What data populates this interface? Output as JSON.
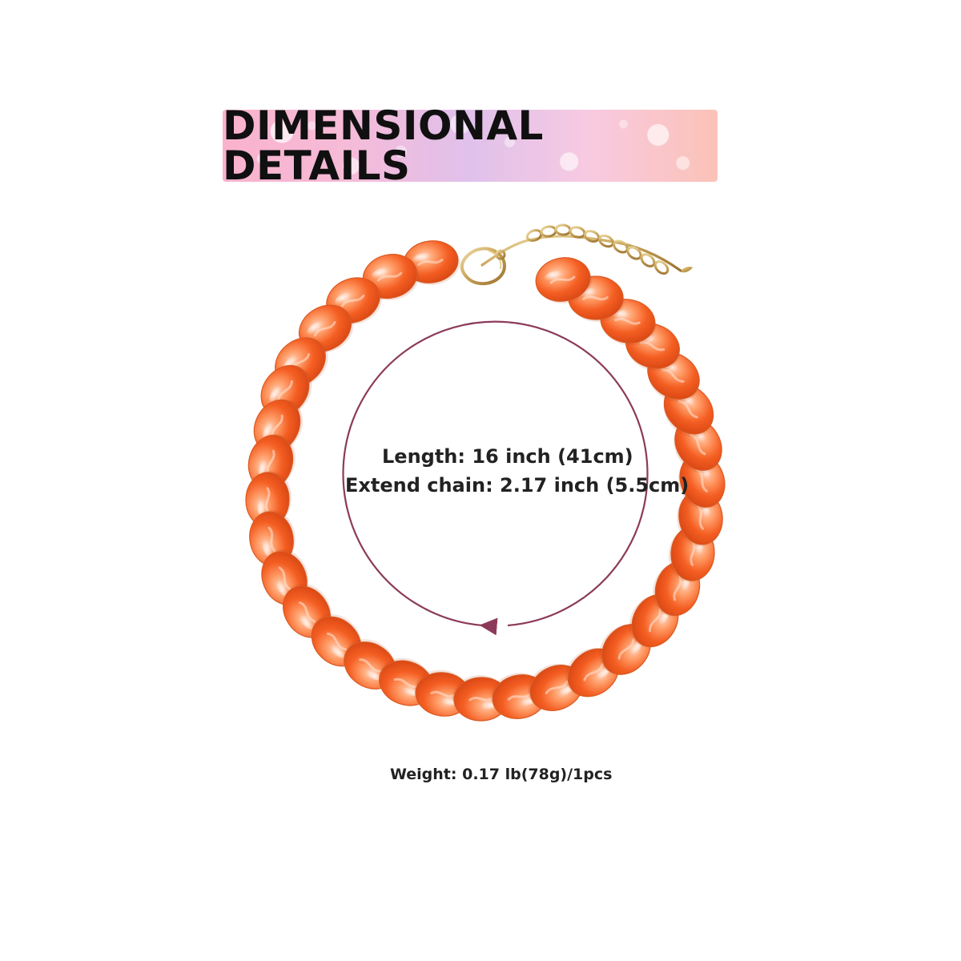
{
  "header": {
    "title": "DIMENSIONAL DETAILS"
  },
  "details": {
    "length": "Length: 16 inch (41cm)",
    "extend_chain": "Extend chain: 2.17 inch (5.5cm)",
    "weight": "Weight: 0.17 lb(78g)/1pcs"
  },
  "colors": {
    "background": "#ffffff",
    "banner_pink": "#f4bcd6",
    "title_text": "#101010",
    "bead_orange": "#f45e22",
    "bead_highlight": "#ffd2b8",
    "chain_gold": "#c9a55a",
    "measure_line": "#8c3a5a",
    "detail_text": "#222222"
  },
  "icons": {
    "clasp": "lobster-clasp-icon",
    "chain": "extension-chain-icon",
    "arrow": "measurement-arrow-icon"
  }
}
